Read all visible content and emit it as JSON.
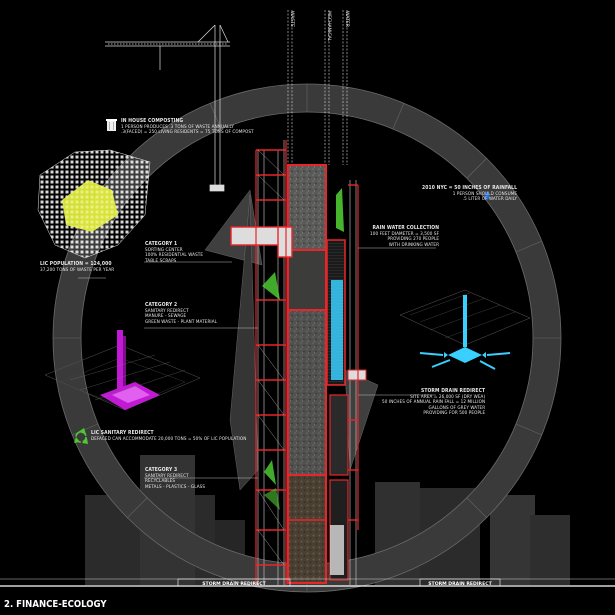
{
  "caption": "2. FINANCE-ECOLOGY",
  "vertical_labels": {
    "left": "WASTE",
    "middle": "MECHANICAL",
    "right": "WATER"
  },
  "composting": {
    "title": "IN HOUSE COMPOSTING",
    "line1": "1 PERSON PRODUCES .3 TONS OF WASTE ANNUALLY",
    "line2": ".3(FACED) = 250 LIVING RESIDENTS = 75 TONS OF COMPOST"
  },
  "lic_population": {
    "title": "LIC POPULATION = 124,000",
    "line1": "37,200 TONS OF WASTE PER YEAR"
  },
  "category1": {
    "title": "CATEGORY 1",
    "items": [
      "SORTING CENTER",
      "100% RESIDENTIAL WASTE",
      "TABLE SCRAPS"
    ]
  },
  "category2": {
    "title": "CATEGORY 2",
    "items": [
      "SANITARY REDIRECT",
      "MANURE - SEWAGE",
      "GREEN WASTE - PLANT MATERIAL"
    ]
  },
  "lic_sanitary": {
    "line1": "LIC SANITARY REDIRECT",
    "line2": "DEFACED CAN ACCOMMODATE 20,000 TONS = 50% OF LIC POPULATION"
  },
  "category3": {
    "title": "CATEGORY 3",
    "items": [
      "SANITARY REDIRECT",
      "RECYCLABLES",
      "METALS - PLASTICS - GLASS"
    ]
  },
  "rainfall": {
    "title": "2010 NYC = 50 INCHES OF RAINFALL",
    "line1": "1 PERSON SHOULD CONSUME",
    "line2": ".5 LITER OF WATER DAILY"
  },
  "rain_collection": {
    "title": "RAIN WATER COLLECTION",
    "line1": "100 FEET DIAMETER = 3,500 SF",
    "line2": "PROVIDING 270 PEOPLE",
    "line3": "WITH DRINKING WATER"
  },
  "storm_redirect": {
    "title": "STORM DRAIN REDIRECT",
    "line1": "SITE AREA = 26,000 SF (DRY WEA)",
    "line2": "50 INCHES OF ANNUAL RAIN FALL = 12 MILLION",
    "line3": "GALLONS OF GREY WATER",
    "line4": "PROVIDING FOR 500 PEOPLE"
  },
  "storm_labels": [
    "STORM DRAIN REDIRECT",
    "STORM DRAIN REDIRECT"
  ],
  "colors": {
    "accent_red": "#e8262a",
    "compost_yellow": "#e6f23a",
    "sanitary_magenta": "#c21ad4",
    "water_cyan": "#39d0ff",
    "green_waste": "#4ec832",
    "ring": "#5a5a5a"
  },
  "icons": [
    "trash-can-icon",
    "recycle-icon",
    "water-drop-icon",
    "crane-icon"
  ]
}
